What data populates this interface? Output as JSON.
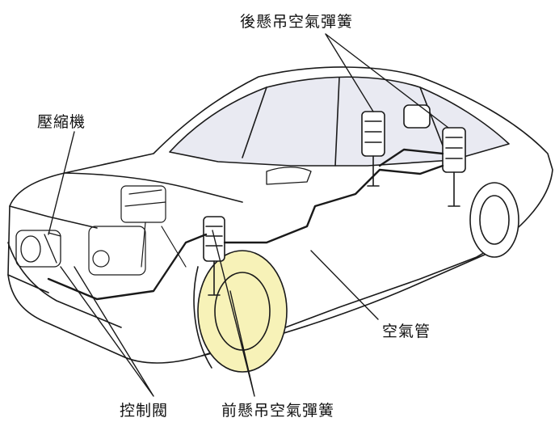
{
  "labels": {
    "rear_air_spring": "後懸吊空氣彈簧",
    "compressor": "壓縮機",
    "air_pipe": "空氣管",
    "control_valve": "控制閥",
    "front_air_spring": "前懸吊空氣彈簧"
  },
  "colors": {
    "line": "#1a1a1a",
    "cab_shading": "#e9eaf2",
    "wheel_tint": "#f7f2b8",
    "paper": "#ffffff"
  }
}
